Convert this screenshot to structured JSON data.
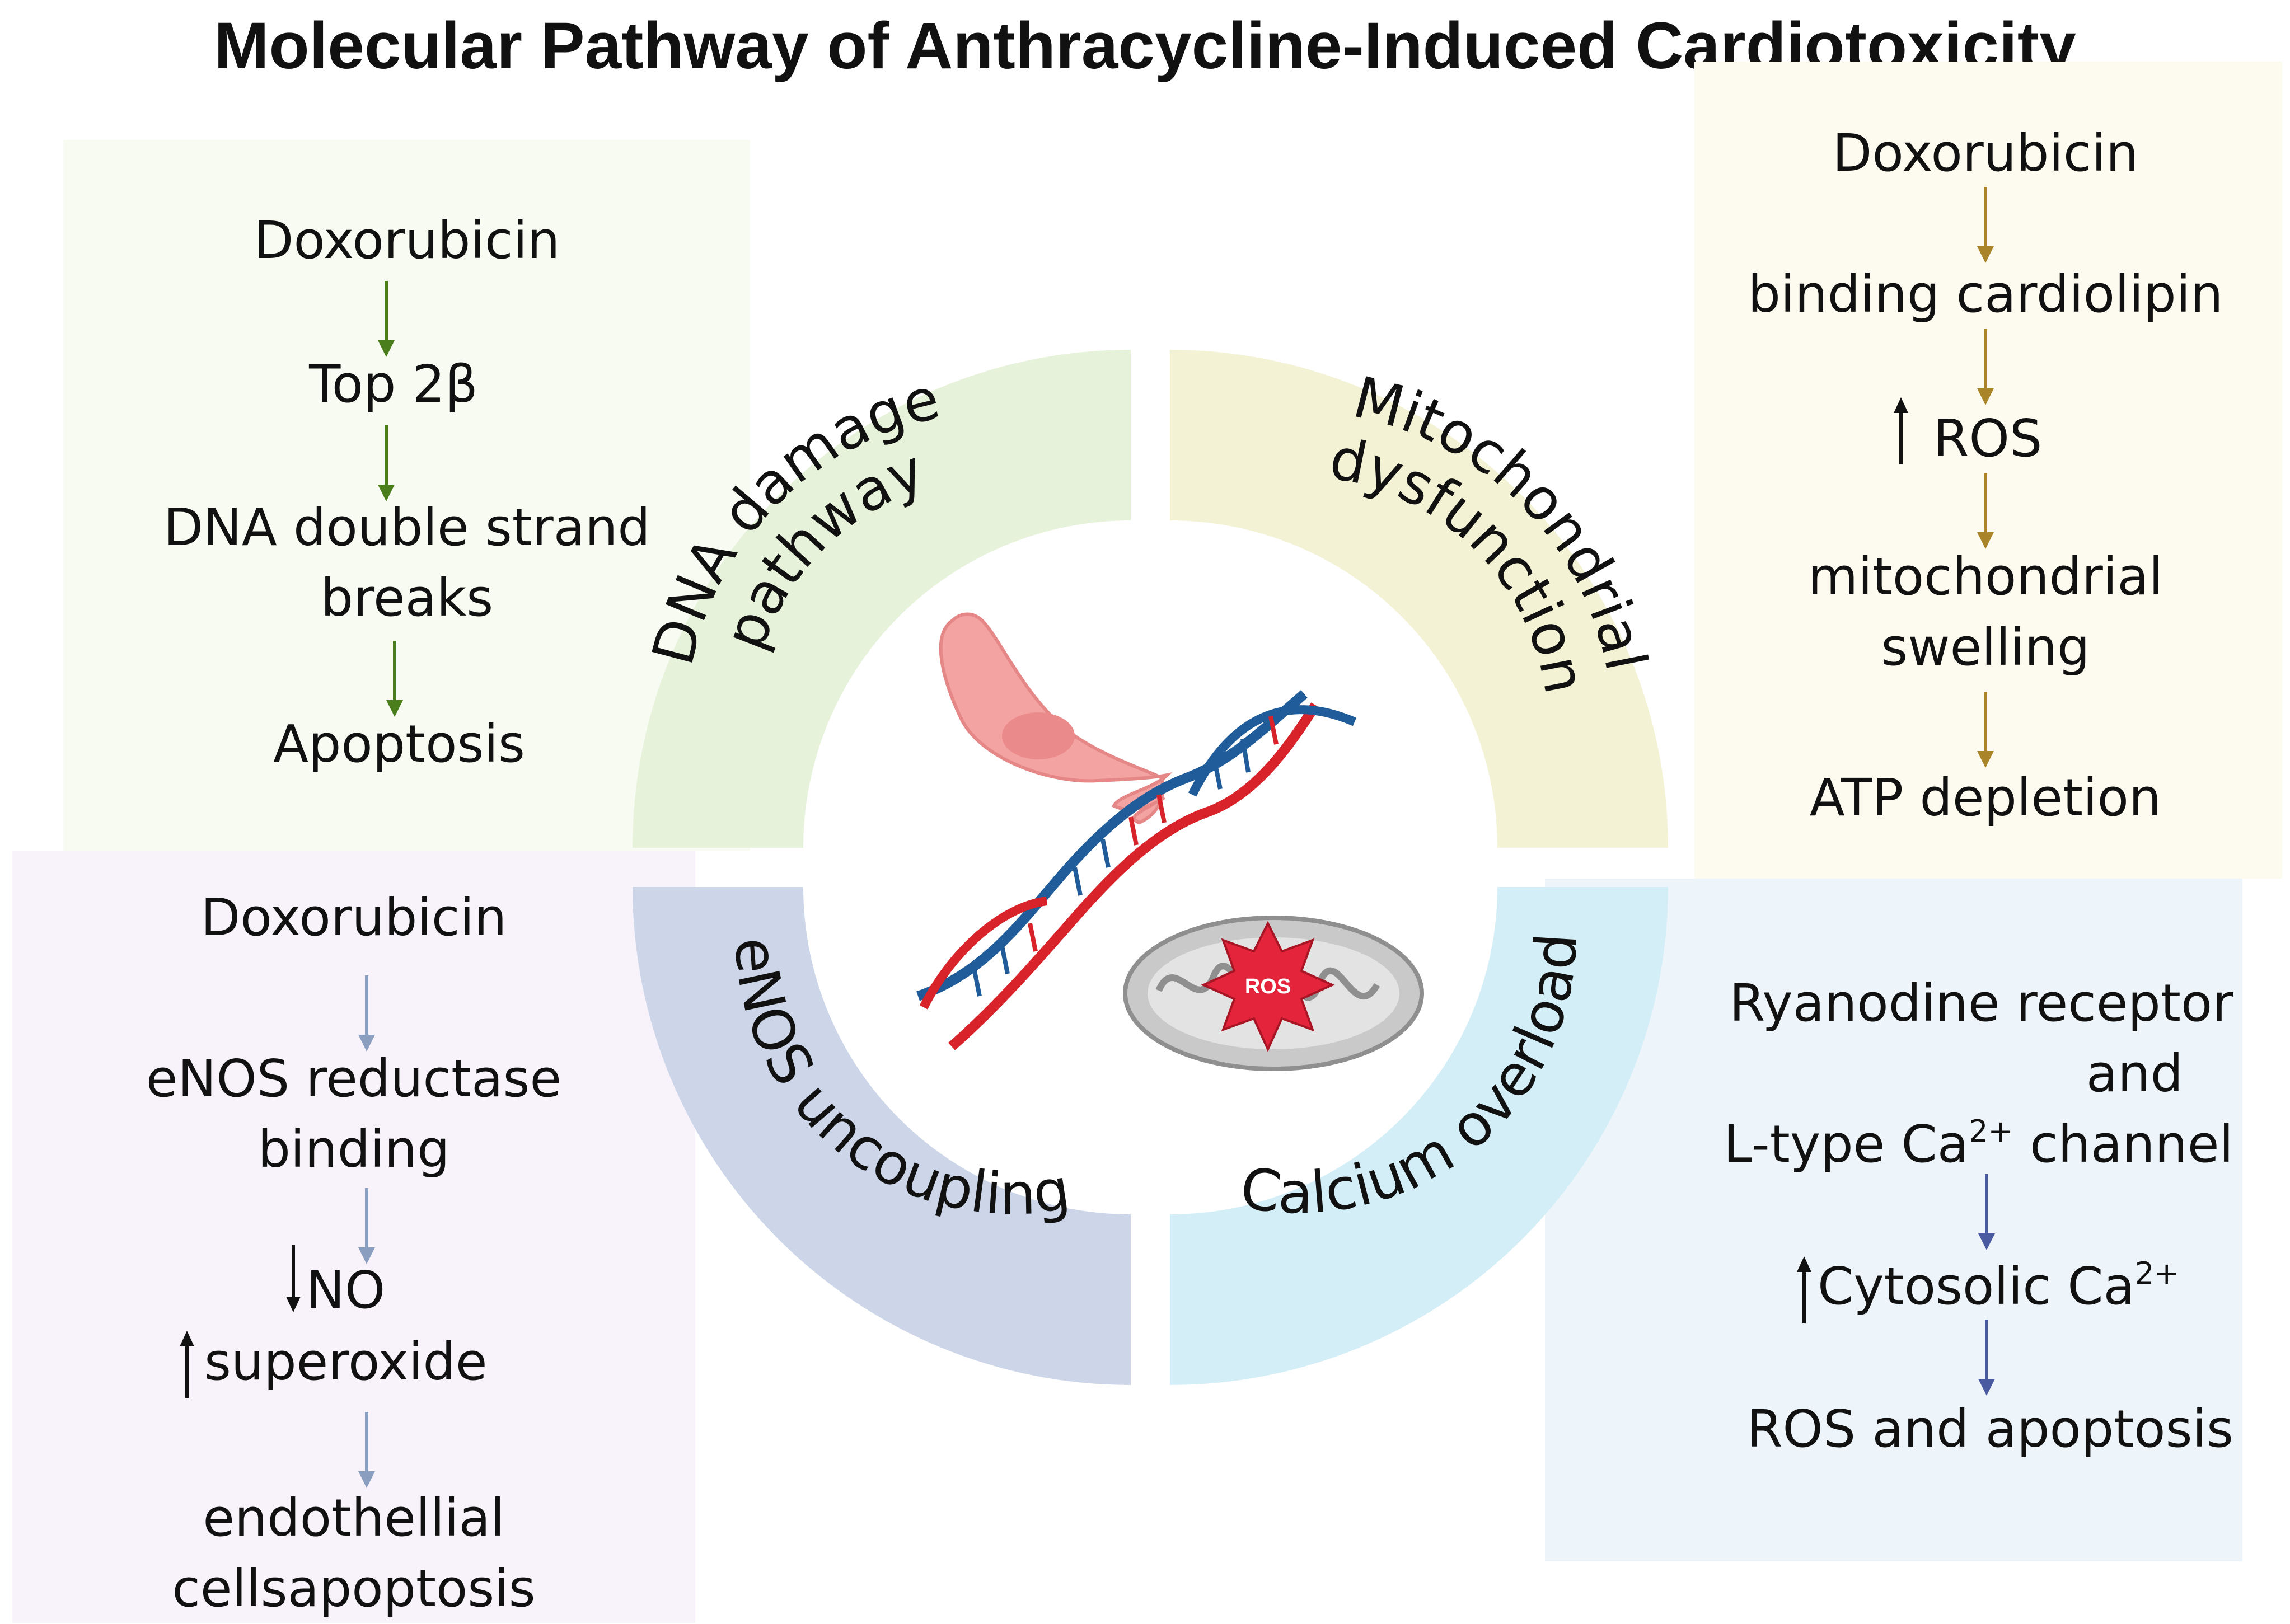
{
  "title": "Molecular Pathway of Anthracycline-Induced Cardiotoxicity",
  "colors": {
    "dna_panel": "#f7fbf2",
    "dna_segment": "#e6f2da",
    "dna_arrow": "#4a7d1c",
    "mito_panel": "#fdfbef",
    "mito_segment": "#f3f2d5",
    "mito_arrow": "#a98428",
    "enos_panel": "#f8f3fb",
    "enos_segment": "#ccd6e8",
    "enos_arrow": "#8a9ec0",
    "calcium_panel": "#eef5fa",
    "calcium_segment": "#d3eef7",
    "calcium_arrow": "#4a5aa0",
    "dna_helix_blue": "#1f5c99",
    "dna_helix_red": "#d8232a",
    "cell": "#f4a3a3",
    "mitochondrion": "#c9c9c9",
    "ros_burst": "#e3243b"
  },
  "wheel": {
    "segments": [
      {
        "id": "dna",
        "label_lines": [
          "DNA damage",
          "pathway"
        ]
      },
      {
        "id": "mito",
        "label_lines": [
          "Mitochondrial",
          "dysfunction"
        ]
      },
      {
        "id": "enos",
        "label_lines": [
          "eNOS uncoupling"
        ]
      },
      {
        "id": "calcium",
        "label_lines": [
          "Calcium overload"
        ]
      }
    ],
    "center": {
      "icons": [
        "cardiomyocyte-cell-icon",
        "dna-helix-icon",
        "mitochondrion-icon",
        "ros-burst-icon"
      ],
      "ros_label": "ROS"
    }
  },
  "panels": {
    "dna": {
      "steps": [
        {
          "text": "Doxorubicin"
        },
        {
          "text": "Top 2β"
        },
        {
          "lines": [
            "DNA double strand",
            "breaks"
          ]
        },
        {
          "text": "Apoptosis"
        }
      ]
    },
    "mito": {
      "steps": [
        {
          "text": "Doxorubicin"
        },
        {
          "text": "binding cardiolipin"
        },
        {
          "text": "ROS",
          "marker": "up"
        },
        {
          "lines": [
            "mitochondrial",
            "swelling"
          ]
        },
        {
          "text": "ATP depletion"
        }
      ]
    },
    "enos": {
      "steps": [
        {
          "text": "Doxorubicin"
        },
        {
          "lines": [
            "eNOS reductase",
            "binding"
          ]
        },
        {
          "lines": [
            "NO",
            "superoxide"
          ],
          "markers": [
            "down",
            "up"
          ]
        },
        {
          "lines": [
            "endothellial",
            "cellsapoptosis"
          ]
        }
      ]
    },
    "calcium": {
      "steps": [
        {
          "lines": [
            "Ryanodine receptor",
            "and",
            "L-type Ca"
          ],
          "line3_sup": "2+",
          "line3_tail": " channel"
        },
        {
          "text": "Cytosolic Ca",
          "sup": "2+",
          "marker": "up"
        },
        {
          "text": "ROS and apoptosis"
        }
      ]
    }
  }
}
